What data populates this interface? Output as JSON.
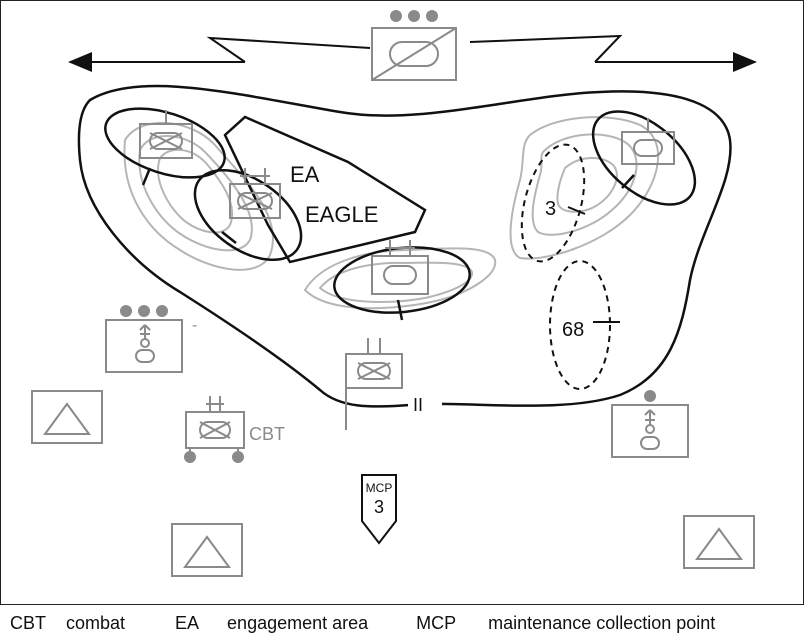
{
  "labels": {
    "ea_line1": "EA",
    "ea_line2": "EAGLE",
    "position_3": "3",
    "position_68": "68",
    "cbt_tag": "CBT",
    "boundary_mark": "II",
    "minus_mark": "-",
    "mcp_title": "MCP",
    "mcp_number": "3"
  },
  "legend": [
    {
      "abbr": "CBT",
      "def": "combat"
    },
    {
      "abbr": "EA",
      "def": "engagement area"
    },
    {
      "abbr": "MCP",
      "def": "maintenance collection point"
    }
  ],
  "colors": {
    "line": "#111111",
    "symbol_gray": "#8a8a8a",
    "terrain_gray": "#b5b5b5",
    "background": "#ffffff"
  }
}
